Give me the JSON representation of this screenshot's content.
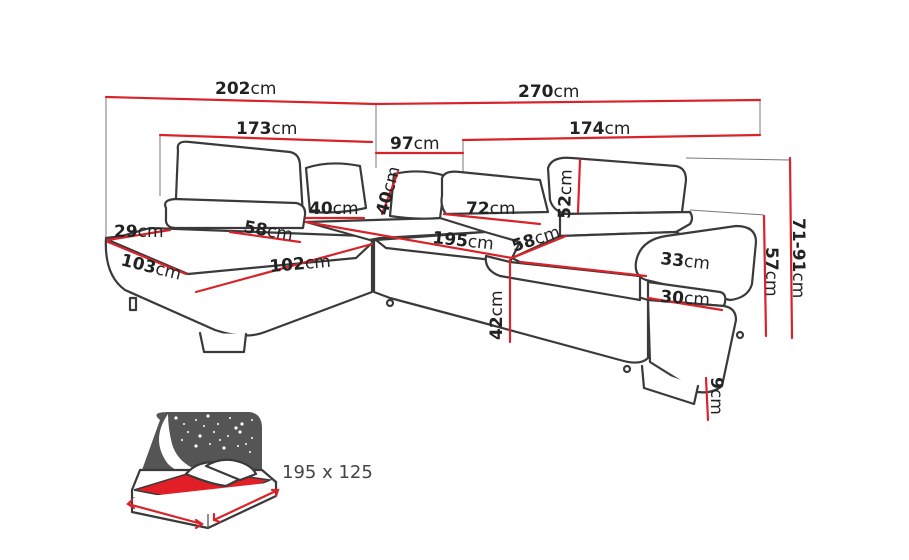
{
  "colors": {
    "dimension": "#d9232a",
    "outline": "#3a3a3a",
    "bed": "#e21f26",
    "night": "#555555"
  },
  "dimensions": {
    "total_left": {
      "value": "202",
      "unit": "cm"
    },
    "total_right": {
      "value": "270",
      "unit": "cm"
    },
    "left_seat_width": {
      "value": "173",
      "unit": "cm"
    },
    "corner_width": {
      "value": "97",
      "unit": "cm"
    },
    "right_seat_width": {
      "value": "174",
      "unit": "cm"
    },
    "armrest_left": {
      "value": "29",
      "unit": "cm"
    },
    "left_seat_inner": {
      "value": "58",
      "unit": "cm"
    },
    "pillow_width": {
      "value": "40",
      "unit": "cm"
    },
    "pillow_height": {
      "value": "40",
      "unit": "cm"
    },
    "headrest_width": {
      "value": "72",
      "unit": "cm"
    },
    "backrest_height": {
      "value": "52",
      "unit": "cm"
    },
    "chaise_depth": {
      "value": "103",
      "unit": "cm"
    },
    "chaise_length": {
      "value": "102",
      "unit": "cm"
    },
    "main_seat_length": {
      "value": "195",
      "unit": "cm"
    },
    "main_seat_depth": {
      "value": "58",
      "unit": "cm"
    },
    "seat_height": {
      "value": "42",
      "unit": "cm"
    },
    "armrest_top": {
      "value": "33",
      "unit": "cm"
    },
    "armrest_inner": {
      "value": "30",
      "unit": "cm"
    },
    "height_back": {
      "value": "57",
      "unit": "cm"
    },
    "height_range": {
      "value": "71-91",
      "unit": "cm"
    },
    "leg_height": {
      "value": "9",
      "unit": "cm"
    }
  },
  "bed": {
    "size_label": "195 x 125"
  }
}
